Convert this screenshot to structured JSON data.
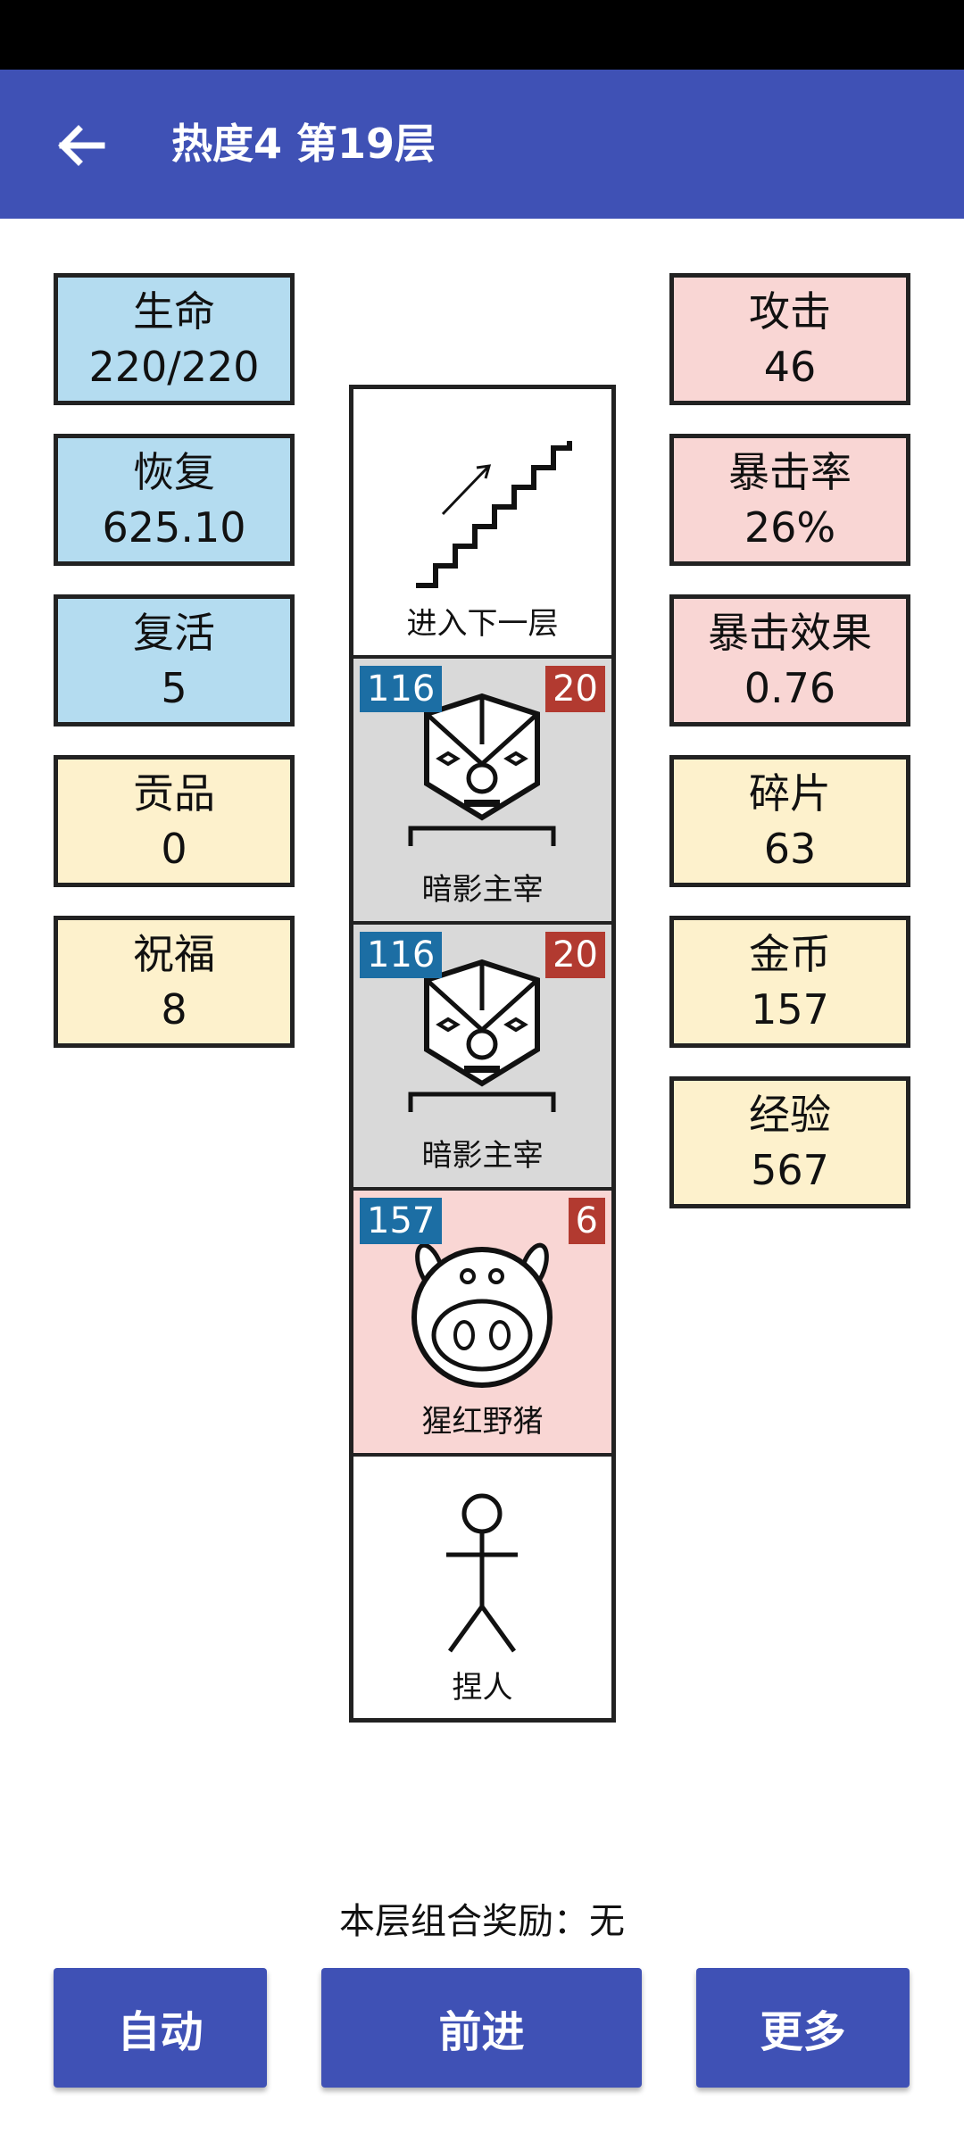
{
  "header": {
    "title": "热度4 第19层",
    "back_icon": "arrow-left-icon"
  },
  "left_stats": [
    {
      "label": "生命",
      "value": "220/220"
    },
    {
      "label": "恢复",
      "value": "625.10"
    },
    {
      "label": "复活",
      "value": "5"
    },
    {
      "label": "贡品",
      "value": "0"
    },
    {
      "label": "祝福",
      "value": "8"
    }
  ],
  "right_stats": [
    {
      "label": "攻击",
      "value": "46"
    },
    {
      "label": "暴击率",
      "value": "26%"
    },
    {
      "label": "暴击效果",
      "value": "0.76"
    },
    {
      "label": "碎片",
      "value": "63"
    },
    {
      "label": "金币",
      "value": "157"
    },
    {
      "label": "经验",
      "value": "567"
    }
  ],
  "tower": [
    {
      "name": "进入下一层",
      "icon": "stairs-icon"
    },
    {
      "name": "暗影主宰",
      "hp": "116",
      "atk": "20",
      "icon": "shadow-lord-mask-icon"
    },
    {
      "name": "暗影主宰",
      "hp": "116",
      "atk": "20",
      "icon": "shadow-lord-mask-icon"
    },
    {
      "name": "猩红野猪",
      "hp": "157",
      "atk": "6",
      "icon": "boar-face-icon"
    },
    {
      "name": "捏人",
      "icon": "stick-figure-icon"
    }
  ],
  "footer": {
    "bonus_text": "本层组合奖励：无",
    "auto_label": "自动",
    "forward_label": "前进",
    "more_label": "更多"
  },
  "colors": {
    "primary": "#3f51b5",
    "stat_blue": "#b4dcf0",
    "stat_pink": "#f9d6d4",
    "stat_yellow": "#fdf1cc",
    "hp_badge": "#1c6ea4",
    "atk_badge": "#b23a30",
    "enemy_gray": "#d9d9d9"
  }
}
